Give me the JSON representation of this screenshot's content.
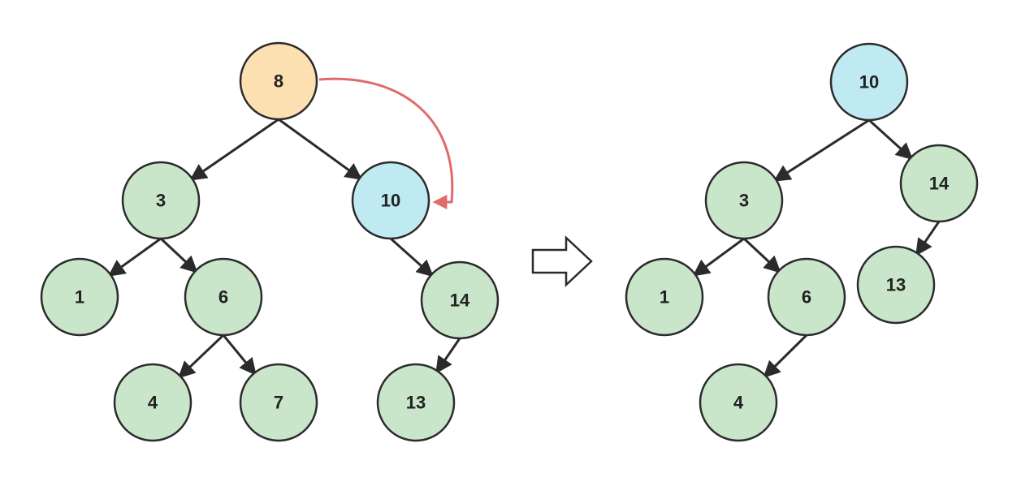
{
  "colors": {
    "normal": "#c9e6cb",
    "removed": "#fde0b2",
    "successor": "#bfeaf1",
    "outline": "#2b2b2b",
    "move_arrow": "#e06b6b"
  },
  "before_tree": {
    "nodes": [
      {
        "id": "b8",
        "label": "8",
        "role": "removed"
      },
      {
        "id": "b3",
        "label": "3",
        "role": "normal"
      },
      {
        "id": "b10",
        "label": "10",
        "role": "successor"
      },
      {
        "id": "b1",
        "label": "1",
        "role": "normal"
      },
      {
        "id": "b6",
        "label": "6",
        "role": "normal"
      },
      {
        "id": "b14",
        "label": "14",
        "role": "normal"
      },
      {
        "id": "b4",
        "label": "4",
        "role": "normal"
      },
      {
        "id": "b7",
        "label": "7",
        "role": "normal"
      },
      {
        "id": "b13",
        "label": "13",
        "role": "normal"
      }
    ],
    "edges": [
      [
        "b8",
        "b3"
      ],
      [
        "b8",
        "b10"
      ],
      [
        "b3",
        "b1"
      ],
      [
        "b3",
        "b6"
      ],
      [
        "b10",
        "b14"
      ],
      [
        "b6",
        "b4"
      ],
      [
        "b6",
        "b7"
      ],
      [
        "b14",
        "b13"
      ]
    ]
  },
  "after_tree": {
    "nodes": [
      {
        "id": "a10",
        "label": "10",
        "role": "successor"
      },
      {
        "id": "a3",
        "label": "3",
        "role": "normal"
      },
      {
        "id": "a14",
        "label": "14",
        "role": "normal"
      },
      {
        "id": "a1",
        "label": "1",
        "role": "normal"
      },
      {
        "id": "a6",
        "label": "6",
        "role": "normal"
      },
      {
        "id": "a13",
        "label": "13",
        "role": "normal"
      },
      {
        "id": "a4",
        "label": "4",
        "role": "normal"
      }
    ],
    "edges": [
      [
        "a10",
        "a3"
      ],
      [
        "a10",
        "a14"
      ],
      [
        "a3",
        "a1"
      ],
      [
        "a3",
        "a6"
      ],
      [
        "a14",
        "a13"
      ],
      [
        "a6",
        "a4"
      ]
    ]
  },
  "transition_arrow": {
    "icon": "hollow-right-arrow-icon"
  },
  "move_arrow": {
    "from": "b8",
    "to": "b10"
  }
}
